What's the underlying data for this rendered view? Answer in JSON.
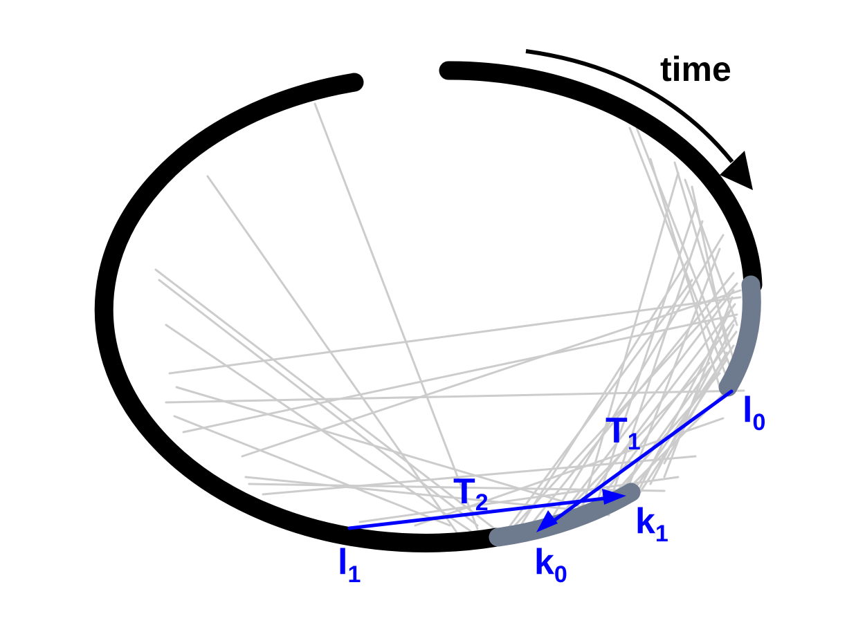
{
  "colors": {
    "ring": "#000000",
    "highlight": "#6e7a8e",
    "chords": "#cccccc",
    "path": "#0000ff"
  },
  "labels": {
    "time": "time",
    "l0": {
      "base": "l",
      "sub": "0"
    },
    "l1": {
      "base": "l",
      "sub": "1"
    },
    "k0": {
      "base": "k",
      "sub": "0"
    },
    "k1": {
      "base": "k",
      "sub": "1"
    },
    "t1": {
      "base": "T",
      "sub": "1"
    },
    "t2": {
      "base": "T",
      "sub": "2"
    }
  }
}
